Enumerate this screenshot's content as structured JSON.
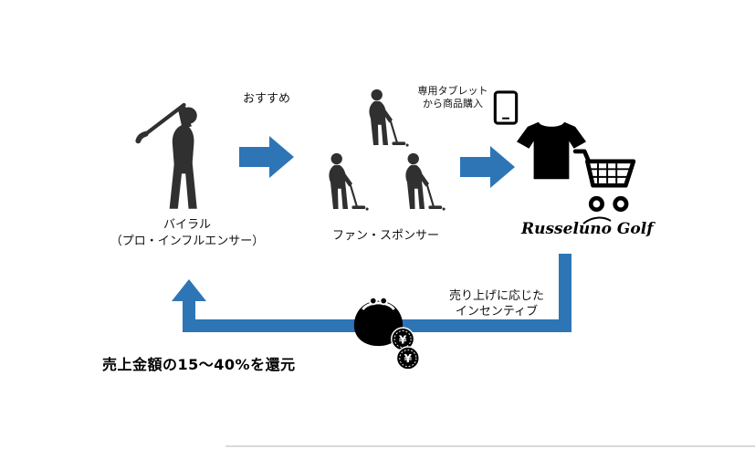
{
  "colors": {
    "arrow_blue": "#2e75b6",
    "silhouette": "#303030",
    "ink": "#000000",
    "divider": "#d9d9d9"
  },
  "flow": {
    "recommend_label": "おすすめ",
    "viral_label_line1": "バイラル",
    "viral_label_line2": "（プロ・インフルエンサー）",
    "fans_label": "ファン・スポンサー",
    "tablet_note_line1": "専用タブレット",
    "tablet_note_line2": "から商品購入",
    "brand_logo": "Russeluno Golf",
    "incentive_line1": "売り上げに応じた",
    "incentive_line2": "インセンティブ",
    "return_note": "売上金額の15〜40%を還元",
    "yen_symbol": "¥"
  },
  "icons": {
    "golfer_swing": "golfer-swing-icon",
    "golfer_putt": "golfer-putt-icon",
    "tablet": "tablet-icon",
    "tshirt": "tshirt-icon",
    "cart": "cart-icon",
    "purse": "purse-icon",
    "yen_coin": "yen-coin-icon"
  }
}
